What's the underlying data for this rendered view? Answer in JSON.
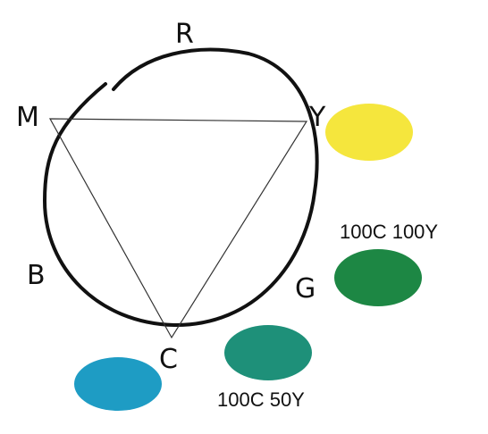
{
  "labels": {
    "red": "R",
    "magenta": "M",
    "yellow": "Y",
    "blue": "B",
    "green": "G",
    "cyan": "C"
  },
  "swatches": {
    "yellow": {
      "color": "#f5e63d"
    },
    "green": {
      "color": "#1d8744",
      "caption": "100C 100Y"
    },
    "teal": {
      "color": "#1e9079",
      "caption": "100C 50Y"
    },
    "cyan": {
      "color": "#1e9cc4"
    }
  },
  "colors": {
    "stroke": "#111111",
    "triangle": "#333333"
  }
}
